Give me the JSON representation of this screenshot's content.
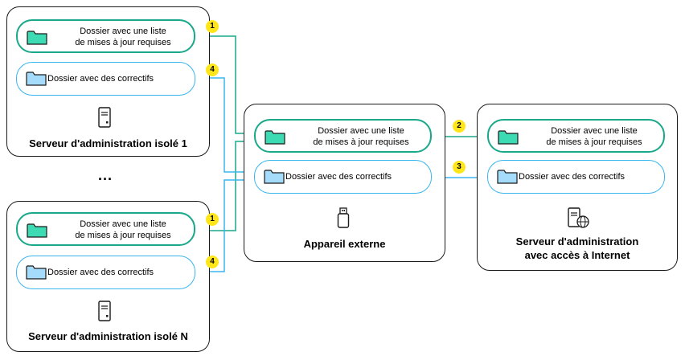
{
  "server1": {
    "title": "Serveur d'administration isolé 1",
    "list_folder": [
      "Dossier avec une liste",
      "de mises à jour requises"
    ],
    "patch_folder": "Dossier avec des correctifs"
  },
  "ellipsis": "...",
  "serverN": {
    "title": "Serveur d'administration isolé N",
    "list_folder": [
      "Dossier avec une liste",
      "de mises à jour requises"
    ],
    "patch_folder": "Dossier avec des correctifs"
  },
  "external": {
    "title": "Appareil externe",
    "list_folder": [
      "Dossier avec une liste",
      "de mises à jour requises"
    ],
    "patch_folder": "Dossier avec des correctifs"
  },
  "internet_server": {
    "title": [
      "Serveur d'administration",
      "avec accès à Internet"
    ],
    "list_folder": [
      "Dossier avec une liste",
      "de mises à jour requises"
    ],
    "patch_folder": "Dossier avec des correctifs"
  },
  "steps": [
    "1",
    "2",
    "3",
    "4"
  ],
  "icons": {
    "folder_list": "folder-icon-green",
    "folder_patch": "folder-icon-blue",
    "server": "server-icon",
    "usb": "usb-drive-icon",
    "internet_server": "server-globe-icon"
  },
  "colors": {
    "list_flow": "#1aa88a",
    "patch_flow": "#39b5ee",
    "badge": "#ffe61a",
    "folder_green": "#3ddbb3",
    "folder_blue": "#a6dcfb"
  }
}
